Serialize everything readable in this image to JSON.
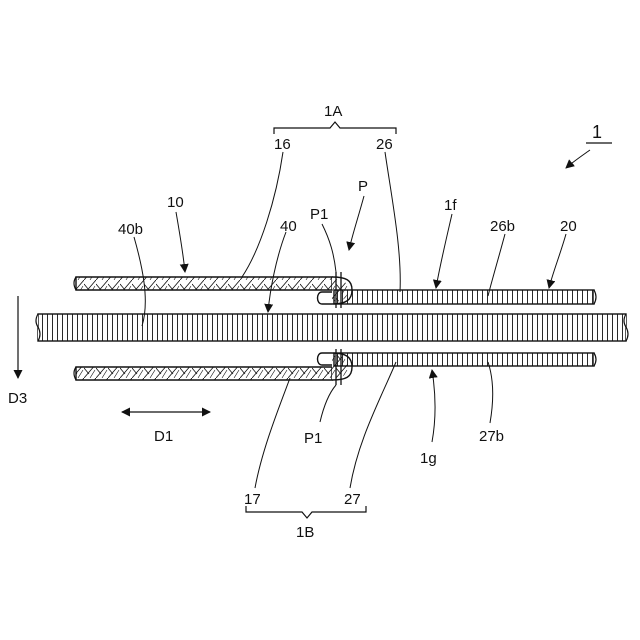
{
  "labels": {
    "fig_ref": "1",
    "bracket_top": "1A",
    "bracket_bottom": "1B",
    "p": "P",
    "p1_top": "P1",
    "p1_bottom": "P1",
    "l10": "10",
    "l16": "16",
    "l17": "17",
    "l20": "20",
    "l26": "26",
    "l26b": "26b",
    "l27": "27",
    "l27b": "27b",
    "l40": "40",
    "l40b": "40b",
    "l1f": "1f",
    "l1g": "1g",
    "d1": "D1",
    "d3": "D3"
  }
}
